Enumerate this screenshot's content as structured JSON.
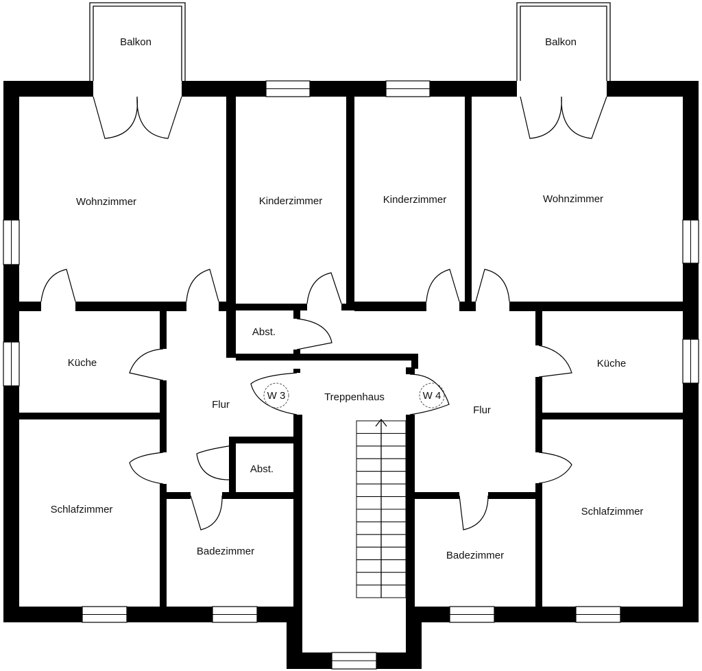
{
  "rooms": {
    "balkon_left": "Balkon",
    "balkon_right": "Balkon",
    "wohnzimmer_left": "Wohnzimmer",
    "kinderzimmer_left": "Kinderzimmer",
    "kinderzimmer_right": "Kinderzimmer",
    "wohnzimmer_right": "Wohnzimmer",
    "kueche_left": "Küche",
    "abst_top": "Abst.",
    "kueche_right": "Küche",
    "flur_left": "Flur",
    "treppenhaus": "Treppenhaus",
    "flur_right": "Flur",
    "abst_bottom": "Abst.",
    "schlafzimmer_left": "Schlafzimmer",
    "schlafzimmer_right": "Schlafzimmer",
    "badezimmer_left": "Badezimmer",
    "badezimmer_right": "Badezimmer"
  },
  "markers": {
    "w3": "W 3",
    "w4": "W 4"
  },
  "stair_step_count": 14
}
